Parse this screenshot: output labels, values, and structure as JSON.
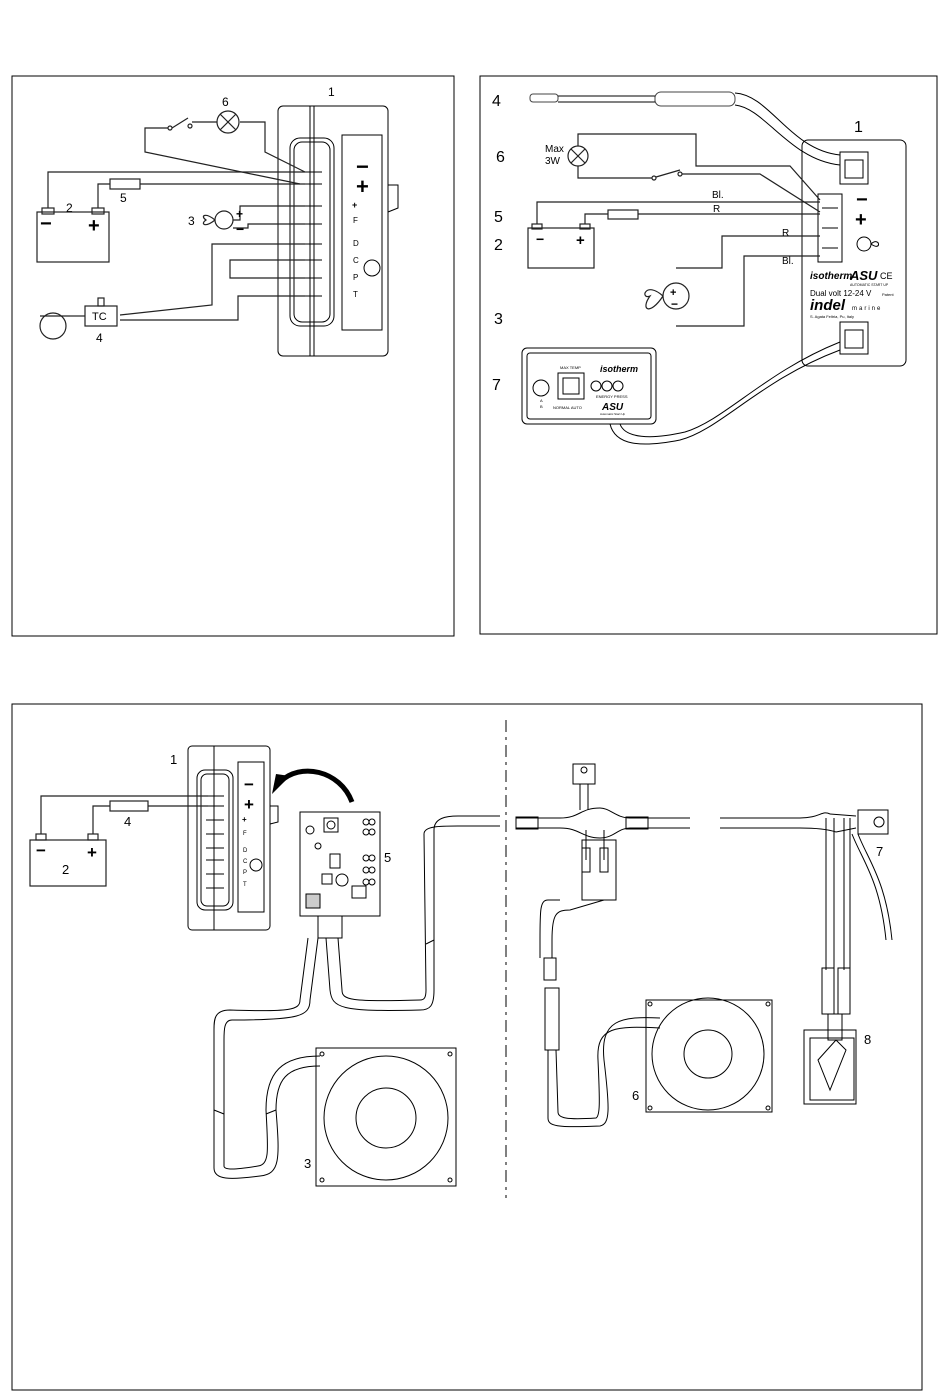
{
  "panel_tl": {
    "labels": {
      "n1": "1",
      "n2": "2",
      "n3": "3",
      "n4": "4",
      "n5": "5",
      "n6": "6"
    },
    "tc": "TC",
    "terminals": [
      "+",
      "F",
      "D",
      "C",
      "P",
      "T"
    ],
    "minus": "−",
    "plus": "+"
  },
  "panel_tr": {
    "labels": {
      "n1": "1",
      "n2": "2",
      "n3": "3",
      "n4": "4",
      "n5": "5",
      "n6": "6",
      "n7": "7"
    },
    "lamp_text_1": "Max",
    "lamp_text_2": "3W",
    "wire_bl_1": "Bl.",
    "wire_r_1": "R",
    "wire_r_2": "R",
    "wire_bl_2": "Bl.",
    "isotherm": "isotherm",
    "asu": "ASU",
    "ce": "CE",
    "asu_sub": "AUTOMATIC START UP",
    "dual_volt": "Dual volt 12-24 V",
    "patent": "Patent",
    "indel": "indel",
    "marine": "marine",
    "indel_sub": "S. Agata Feltria, Pu, Italy",
    "ctrl_max_temp": "MAX TEMP",
    "ctrl_normal_auto": "NORMAL AUTO",
    "ctrl_isotherm": "isotherm",
    "ctrl_energy": "ENERGY PRESS",
    "ctrl_asu": "ASU",
    "ctrl_asu_sub": "Automatic Start Up",
    "ctrl_a": "A",
    "ctrl_b": "B"
  },
  "panel_bottom": {
    "labels": {
      "n1": "1",
      "n2": "2",
      "n3": "3",
      "n4": "4",
      "n5": "5",
      "n6": "6",
      "n7": "7",
      "n8": "8"
    },
    "terminals": [
      "+",
      "F",
      "D",
      "C",
      "P",
      "T"
    ]
  },
  "colors": {
    "line": "#000000",
    "background": "#ffffff"
  }
}
